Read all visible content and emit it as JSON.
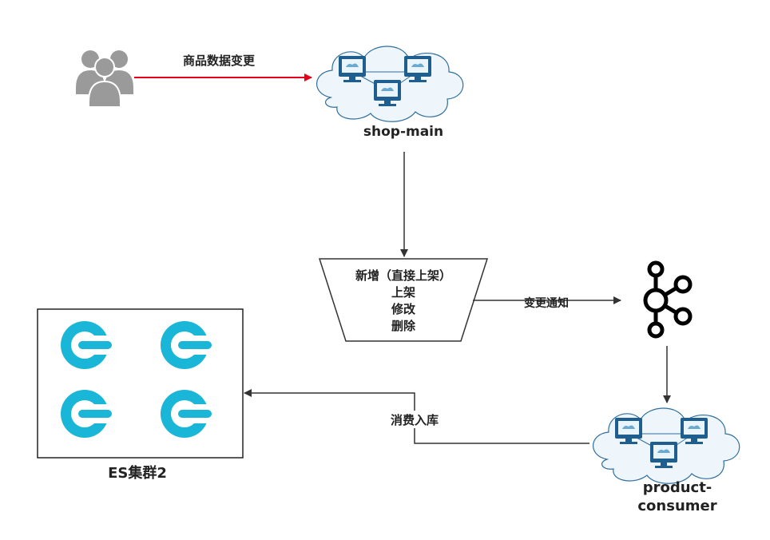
{
  "edges": {
    "user_to_shop": "商品数据变更",
    "trapezoid_to_kafka": "变更通知",
    "consumer_to_es": "消费入库"
  },
  "nodes": {
    "users_icon": "users-group-icon",
    "shop_main": {
      "label": "shop-main",
      "icon": "network-cloud-icon"
    },
    "operations": {
      "lines": [
        "新增（直接上架）",
        "上架",
        "修改",
        "删除"
      ]
    },
    "kafka": {
      "icon": "kafka-icon"
    },
    "product_consumer": {
      "label_lines": [
        "product-",
        "consumer"
      ],
      "icon": "network-cloud-icon"
    },
    "es_cluster": {
      "label": "ES集群2",
      "icon": "elasticsearch-icon",
      "node_count": 4
    }
  },
  "colors": {
    "red_arrow": "#e6001a",
    "dark_arrow": "#333333",
    "es_blue": "#1ab6d8",
    "cloud_fill": "#eef6fb",
    "cloud_stroke": "#2f6fa0",
    "monitor": "#1f5f8f",
    "user_gray": "#9a9a9a"
  }
}
